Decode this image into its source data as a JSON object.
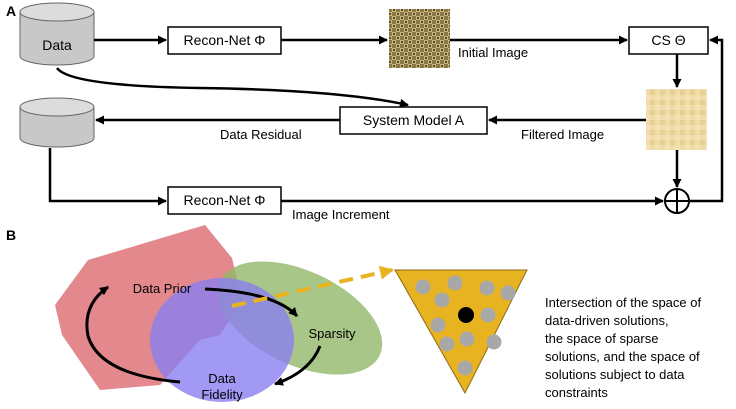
{
  "panels": {
    "a": "A",
    "b": "B"
  },
  "panel_a": {
    "data_cylinder": "Data",
    "recon_net_top": "Recon-Net Φ",
    "initial_image": "Initial Image",
    "cs_box": "CS Θ",
    "system_model": "System Model A",
    "data_residual": "Data Residual",
    "filtered_image": "Filtered Image",
    "recon_net_bottom": "Recon-Net Φ",
    "image_increment": "Image Increment"
  },
  "panel_b": {
    "data_prior": "Data Prior",
    "sparsity": "Sparsity",
    "data_fidelity_line1": "Data",
    "data_fidelity_line2": "Fidelity",
    "description_lines": [
      "Intersection of the space of",
      "data-driven solutions,",
      "the space of sparse",
      "solutions, and the space of",
      "solutions subject to data",
      "constraints"
    ]
  },
  "colors": {
    "cylinder": "#c8c8c8",
    "red_region": "#e07c82",
    "green_region": "#92b86a",
    "blue_region": "#8a7ff0",
    "wedge": "#e8b320",
    "gray_dot": "#a8a8a8",
    "dashed_arrow": "#e8b320"
  }
}
